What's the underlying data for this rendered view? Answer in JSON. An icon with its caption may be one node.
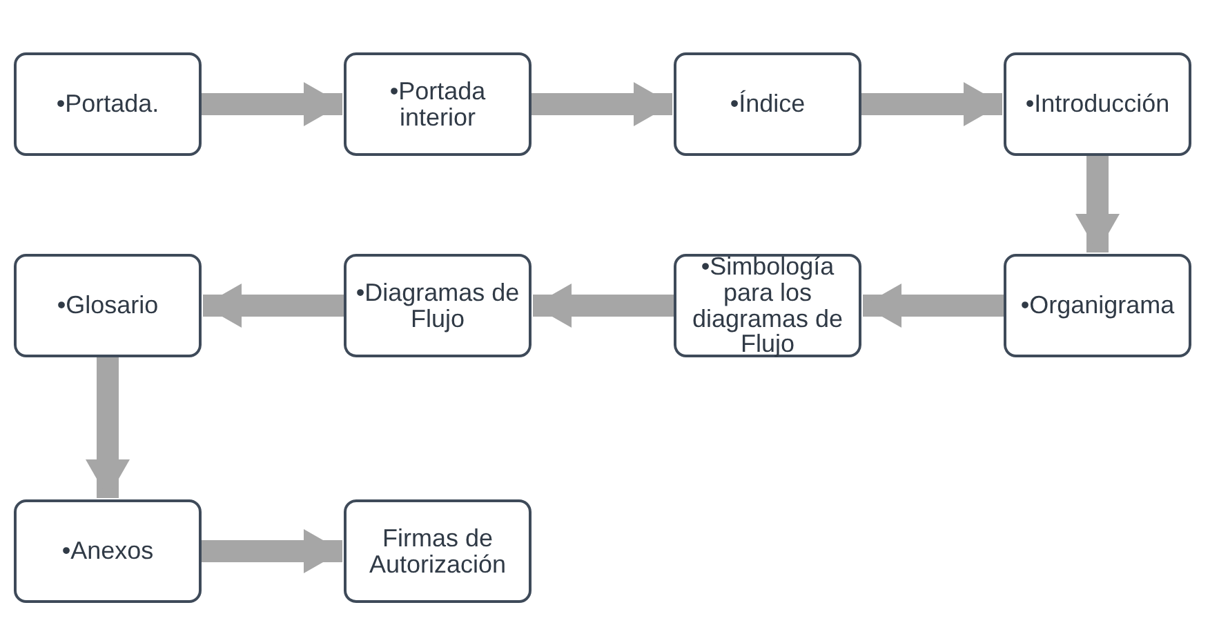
{
  "diagram": {
    "nodes": [
      {
        "text": [
          "•Portada."
        ]
      },
      {
        "text": [
          "•Portada interior"
        ]
      },
      {
        "text": [
          "•Índice"
        ]
      },
      {
        "text": [
          "•Introducción"
        ]
      },
      {
        "text": [
          "•Organigrama"
        ]
      },
      {
        "text": [
          "•Simbología para los diagramas de Flujo"
        ]
      },
      {
        "text": [
          "•Diagramas de Flujo"
        ]
      },
      {
        "text": [
          "•Glosario"
        ]
      },
      {
        "text": [
          "•Anexos"
        ]
      },
      {
        "text": [
          "Firmas de Autorización"
        ]
      }
    ],
    "edges": [
      {
        "from": 0,
        "to": 1,
        "arrow": "to"
      },
      {
        "from": 1,
        "to": 2,
        "arrow": "to"
      },
      {
        "from": 2,
        "to": 3,
        "arrow": "to"
      },
      {
        "from": 3,
        "to": 4,
        "arrow": "to"
      },
      {
        "from": 4,
        "to": 5,
        "arrow": "to"
      },
      {
        "from": 5,
        "to": 6,
        "arrow": "to"
      },
      {
        "from": 6,
        "to": 7,
        "arrow": "to"
      },
      {
        "from": 7,
        "to": 8,
        "arrow": "to"
      },
      {
        "from": 8,
        "to": 9,
        "arrow": "to"
      }
    ]
  }
}
